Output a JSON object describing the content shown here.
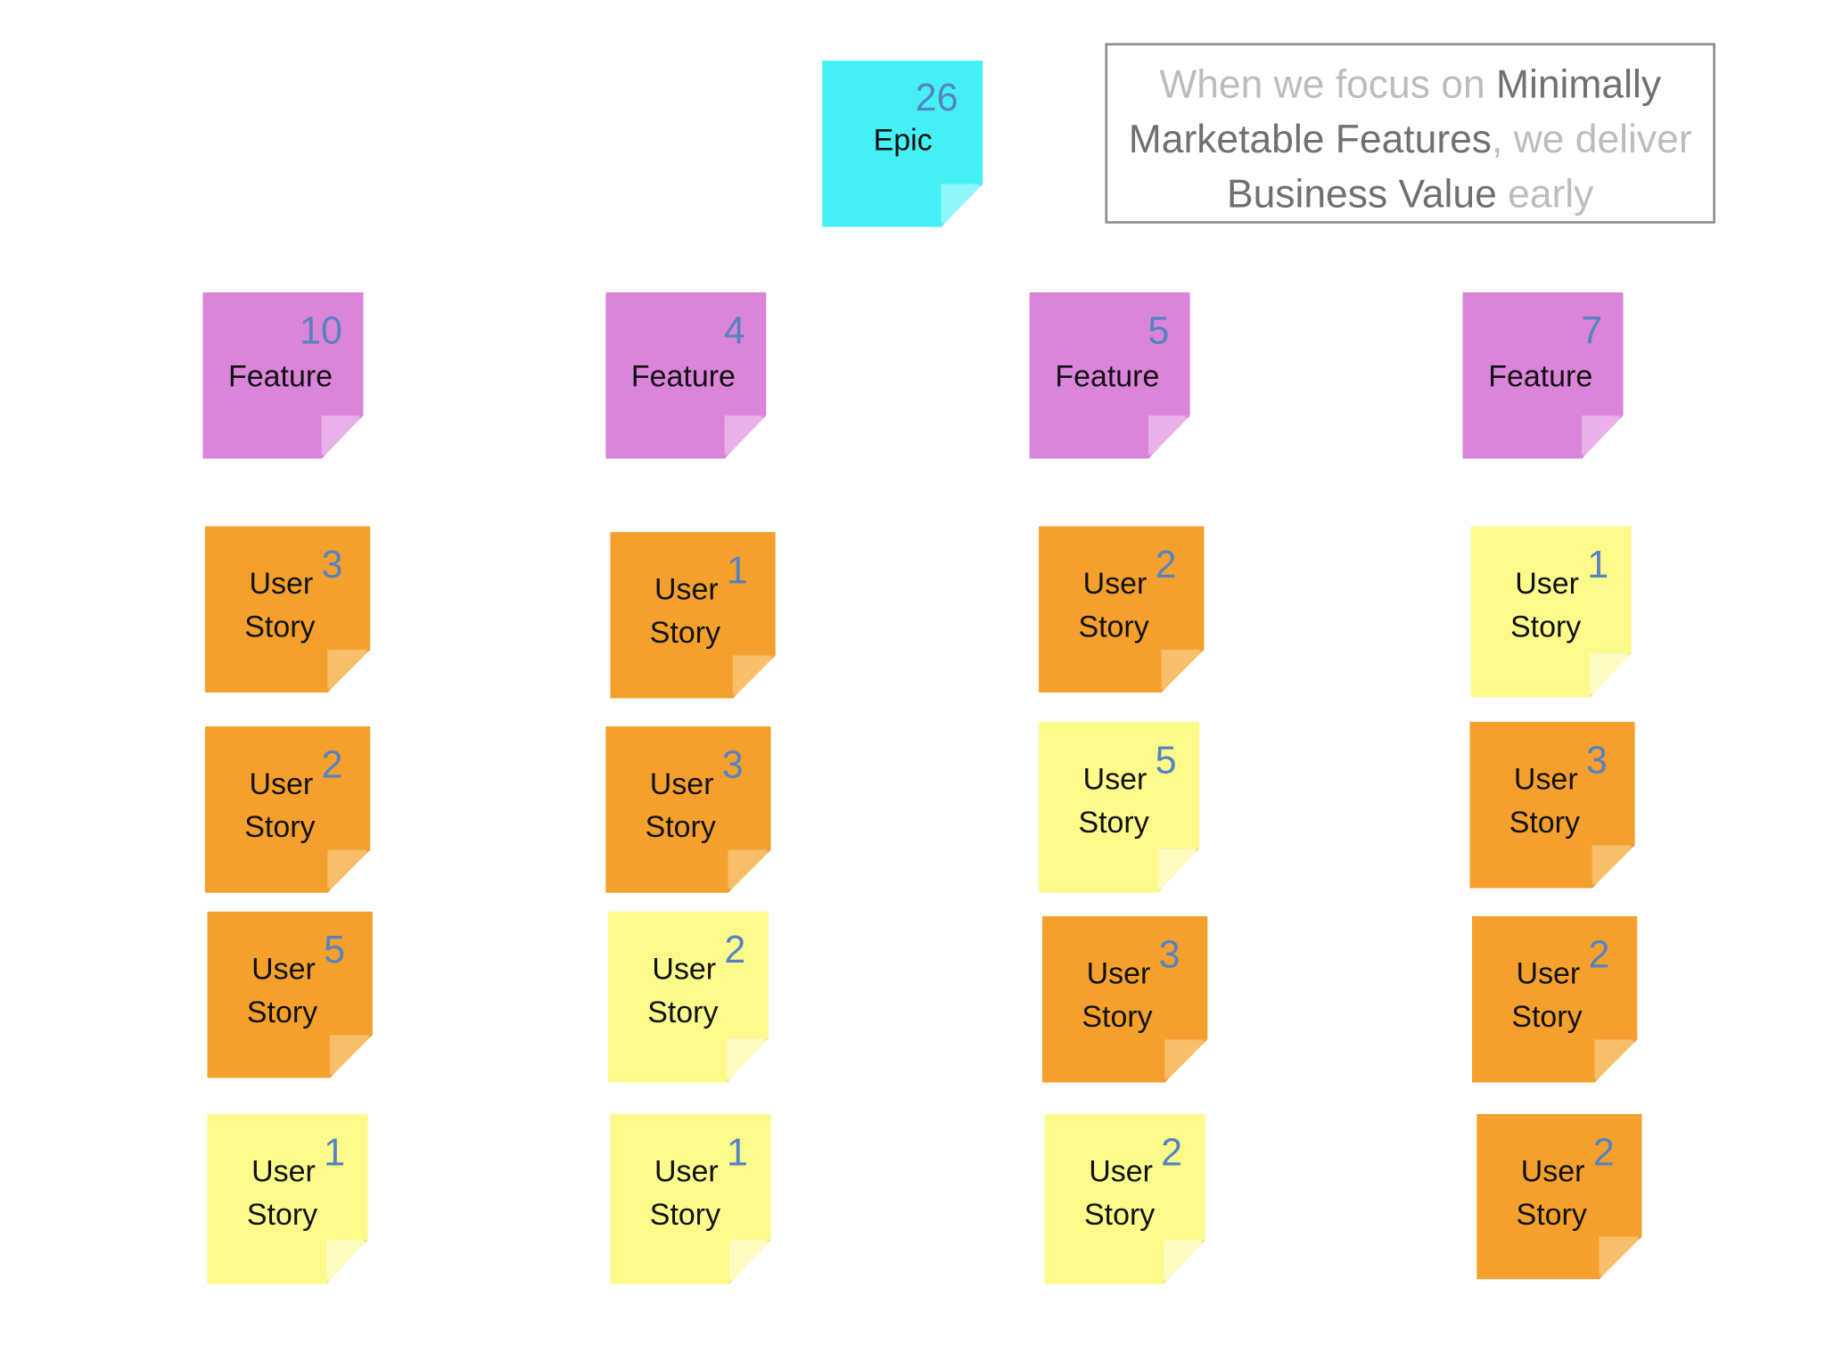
{
  "callout": {
    "parts": [
      {
        "text": "When we focus on ",
        "emphasis": false
      },
      {
        "text": "Minimally Marketable Features",
        "emphasis": true
      },
      {
        "text": ", we deliver ",
        "emphasis": false
      },
      {
        "text": "Business Value",
        "emphasis": true
      },
      {
        "text": " early",
        "emphasis": false
      }
    ]
  },
  "colors": {
    "epic": "#45F0F5",
    "feature": "#DA84DA",
    "story_orange": "#F5A02C",
    "story_yellow": "#FDFA8C",
    "points": "#5683C0"
  },
  "epic": {
    "label": "Epic",
    "points": "26"
  },
  "features": [
    {
      "label": "Feature",
      "points": "10",
      "stories": [
        {
          "label1": "User",
          "label2": "Story",
          "points": "3",
          "color": "orange"
        },
        {
          "label1": "User",
          "label2": "Story",
          "points": "2",
          "color": "orange"
        },
        {
          "label1": "User",
          "label2": "Story",
          "points": "5",
          "color": "orange"
        },
        {
          "label1": "User",
          "label2": "Story",
          "points": "1",
          "color": "yellow"
        }
      ]
    },
    {
      "label": "Feature",
      "points": "4",
      "stories": [
        {
          "label1": "User",
          "label2": "Story",
          "points": "1",
          "color": "orange"
        },
        {
          "label1": "User",
          "label2": "Story",
          "points": "3",
          "color": "orange"
        },
        {
          "label1": "User",
          "label2": "Story",
          "points": "2",
          "color": "yellow"
        },
        {
          "label1": "User",
          "label2": "Story",
          "points": "1",
          "color": "yellow"
        }
      ]
    },
    {
      "label": "Feature",
      "points": "5",
      "stories": [
        {
          "label1": "User",
          "label2": "Story",
          "points": "2",
          "color": "orange"
        },
        {
          "label1": "User",
          "label2": "Story",
          "points": "5",
          "color": "yellow"
        },
        {
          "label1": "User",
          "label2": "Story",
          "points": "3",
          "color": "orange"
        },
        {
          "label1": "User",
          "label2": "Story",
          "points": "2",
          "color": "yellow"
        }
      ]
    },
    {
      "label": "Feature",
      "points": "7",
      "stories": [
        {
          "label1": "User",
          "label2": "Story",
          "points": "1",
          "color": "yellow"
        },
        {
          "label1": "User",
          "label2": "Story",
          "points": "3",
          "color": "orange"
        },
        {
          "label1": "User",
          "label2": "Story",
          "points": "2",
          "color": "orange"
        },
        {
          "label1": "User",
          "label2": "Story",
          "points": "2",
          "color": "orange"
        }
      ]
    }
  ]
}
